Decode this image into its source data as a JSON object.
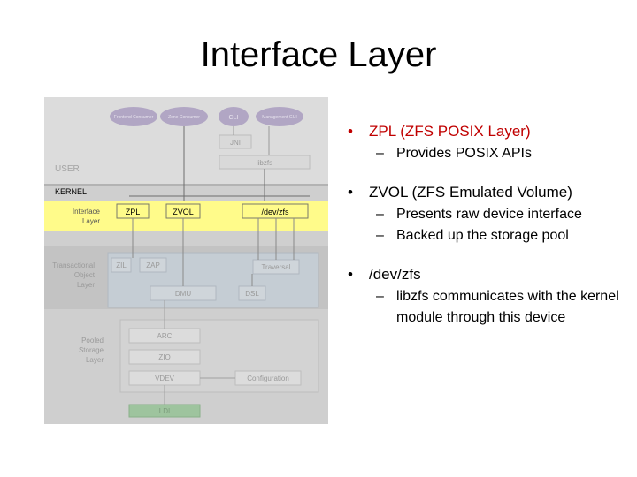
{
  "slide": {
    "title": "Interface Layer"
  },
  "diagram": {
    "top_ovals": [
      "Frontend Consumer",
      "Zone Consumer",
      "CLI",
      "Management GUI"
    ],
    "jni": "JNI",
    "libzfs": "libzfs",
    "user": "USER",
    "kernel": "KERNEL",
    "interface_layer": [
      "Interface",
      "Layer"
    ],
    "zpl": "ZPL",
    "zvol": "ZVOL",
    "devzfs": "/dev/zfs",
    "tol": [
      "Transactional",
      "Object",
      "Layer"
    ],
    "zil": "ZIL",
    "zap": "ZAP",
    "traversal": "Traversal",
    "dmu": "DMU",
    "dsl": "DSL",
    "psl": [
      "Pooled",
      "Storage",
      "Layer"
    ],
    "arc": "ARC",
    "zio": "ZIO",
    "vdev": "VDEV",
    "configuration": "Configuration",
    "ldi": "LDI",
    "colors": {
      "background": "#c9c9c9",
      "oval": "#b1a6c4",
      "highlight": "#fffb8a",
      "green": "#9ec49e"
    }
  },
  "bullets": [
    {
      "text": "ZPL (ZFS POSIX Layer)",
      "color": "#c00000",
      "sub": [
        "Provides POSIX APIs"
      ]
    },
    {
      "text": "ZVOL (ZFS Emulated Volume)",
      "sub": [
        "Presents raw device interface",
        "Backed up the storage pool"
      ]
    },
    {
      "text": "/dev/zfs",
      "sub": [
        "libzfs communicates with the kernel module through this device"
      ]
    }
  ]
}
